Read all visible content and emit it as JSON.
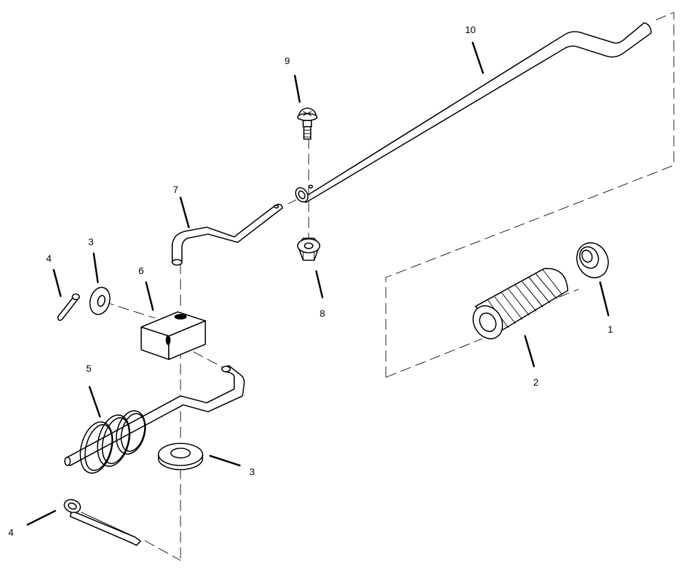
{
  "labels": {
    "p1": "1",
    "p2": "2",
    "p3_upper": "3",
    "p3_lower": "3",
    "p4_upper": "4",
    "p4_lower": "4",
    "p5": "5",
    "p6": "6",
    "p7": "7",
    "p8": "8",
    "p9": "9",
    "p10": "10"
  }
}
